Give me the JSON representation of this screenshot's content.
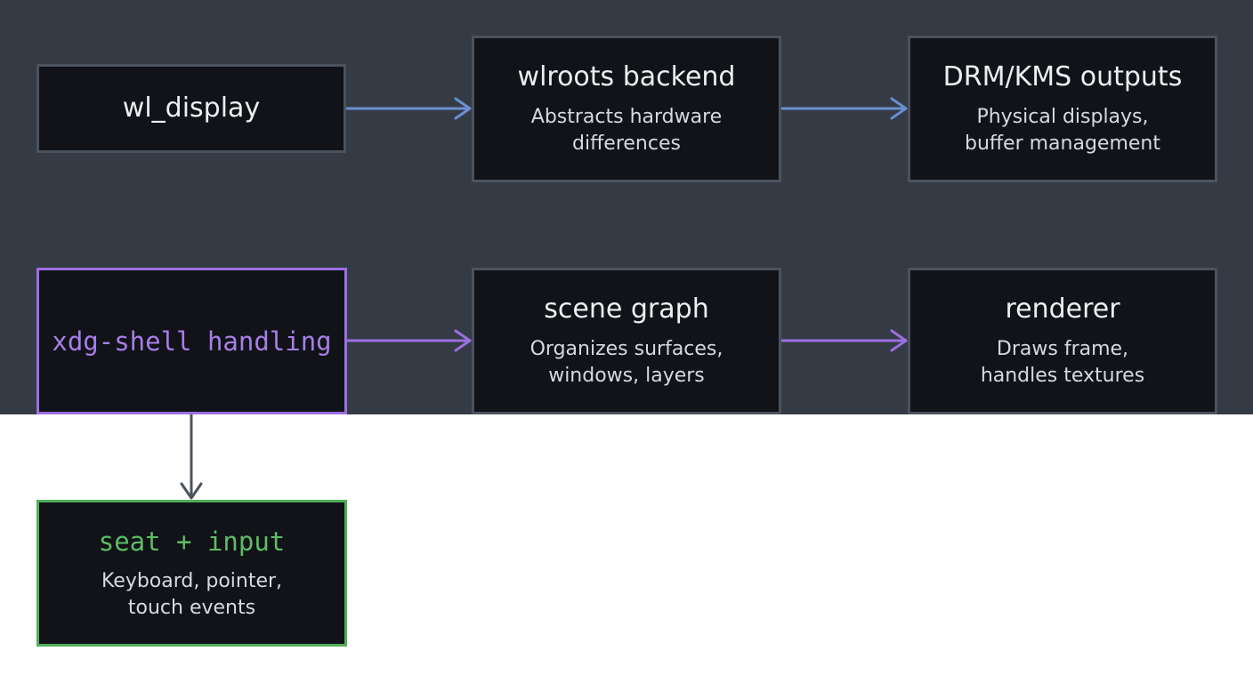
{
  "colors": {
    "panel_bg": "#353b45",
    "node_bg": "#111318",
    "node_border": "#4b525e",
    "edge_blue": "#6a8fd0",
    "edge_purple": "#9b6fe0",
    "edge_gray": "#4b525e",
    "accent_green": "#4fae5a"
  },
  "nodes": {
    "wl_display": {
      "title": "wl_display"
    },
    "wlroots_backend": {
      "title": "wlroots backend",
      "desc": "Abstracts hardware\ndifferences"
    },
    "drm_kms": {
      "title": "DRM/KMS outputs",
      "desc": "Physical displays,\nbuffer management"
    },
    "xdg_shell": {
      "title": "xdg-shell handling"
    },
    "scene_graph": {
      "title": "scene graph",
      "desc": "Organizes surfaces,\nwindows, layers"
    },
    "renderer": {
      "title": "renderer",
      "desc": "Draws frame,\nhandles textures"
    },
    "seat_input": {
      "title": "seat + input",
      "desc": "Keyboard, pointer,\ntouch events"
    }
  },
  "edges": [
    {
      "from": "wl_display",
      "to": "wlroots_backend",
      "color": "#6a8fd0"
    },
    {
      "from": "wlroots_backend",
      "to": "drm_kms",
      "color": "#6a8fd0"
    },
    {
      "from": "xdg_shell",
      "to": "scene_graph",
      "color": "#9b6fe0"
    },
    {
      "from": "scene_graph",
      "to": "renderer",
      "color": "#9b6fe0"
    },
    {
      "from": "xdg_shell",
      "to": "seat_input",
      "color": "#4b525e"
    }
  ]
}
